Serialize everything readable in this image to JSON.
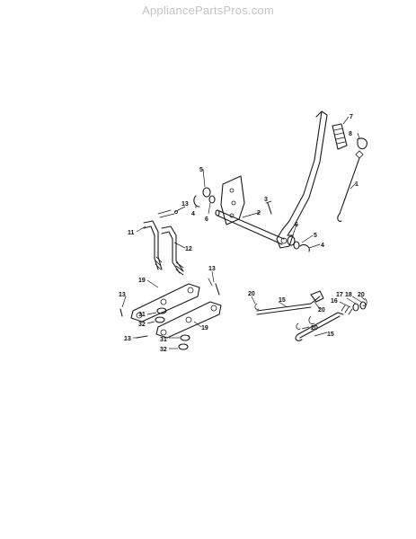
{
  "watermark": "AppliancePartsPros.com",
  "callouts": [
    {
      "id": "c7",
      "text": "7"
    },
    {
      "id": "c8",
      "text": "8"
    },
    {
      "id": "c1",
      "text": "1"
    },
    {
      "id": "c5a",
      "text": "5"
    },
    {
      "id": "c6a",
      "text": "6"
    },
    {
      "id": "c4a",
      "text": "4"
    },
    {
      "id": "c13a",
      "text": "13"
    },
    {
      "id": "c3",
      "text": "3"
    },
    {
      "id": "c2",
      "text": "2"
    },
    {
      "id": "c6b",
      "text": "6"
    },
    {
      "id": "c5b",
      "text": "5"
    },
    {
      "id": "c4b",
      "text": "4"
    },
    {
      "id": "c11",
      "text": "11"
    },
    {
      "id": "c12",
      "text": "12"
    },
    {
      "id": "c13b",
      "text": "13"
    },
    {
      "id": "c19a",
      "text": "19"
    },
    {
      "id": "c13c",
      "text": "13"
    },
    {
      "id": "c31a",
      "text": "31"
    },
    {
      "id": "c32a",
      "text": "32"
    },
    {
      "id": "c13d",
      "text": "13"
    },
    {
      "id": "c31b",
      "text": "31"
    },
    {
      "id": "c32b",
      "text": "32"
    },
    {
      "id": "c19b",
      "text": "19"
    },
    {
      "id": "c20a",
      "text": "20"
    },
    {
      "id": "c15a",
      "text": "15"
    },
    {
      "id": "c20b",
      "text": "20"
    },
    {
      "id": "c16",
      "text": "16"
    },
    {
      "id": "c17",
      "text": "17"
    },
    {
      "id": "c18",
      "text": "18"
    },
    {
      "id": "c20c",
      "text": "20"
    },
    {
      "id": "c20d",
      "text": "20"
    },
    {
      "id": "c15b",
      "text": "15"
    }
  ]
}
